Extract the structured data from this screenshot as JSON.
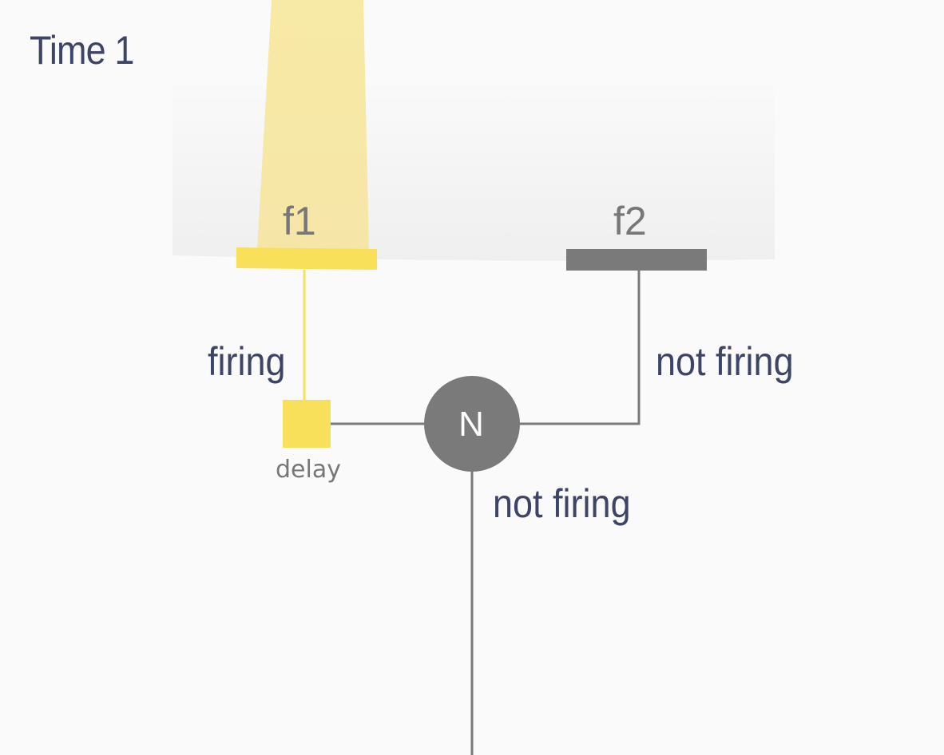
{
  "title": "Time 1",
  "colors": {
    "active": "#f8e05a",
    "inactive": "#7a7a7a",
    "text_dark": "#3d4466",
    "text_gray": "#777777",
    "light_beam": "#f8eaa0",
    "node_text": "#ffffff"
  },
  "receptors": [
    {
      "label": "f1",
      "state": "firing",
      "active": true
    },
    {
      "label": "f2",
      "state": "not firing",
      "active": false
    }
  ],
  "delay": {
    "label": "delay"
  },
  "neuron": {
    "label": "N",
    "state": "not firing"
  }
}
